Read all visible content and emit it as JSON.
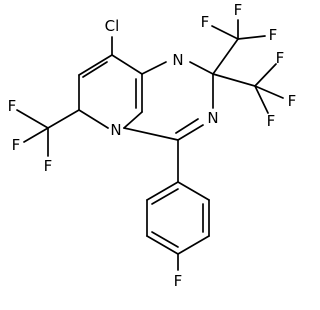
{
  "structure": {
    "atoms": {
      "cl": "Cl",
      "n1": "N",
      "n2": "N",
      "n3": "N",
      "f_top_1": "F",
      "f_top_2": "F",
      "f_top_3": "F",
      "f_right_1": "F",
      "f_right_2": "F",
      "f_right_3": "F",
      "f_left_1": "F",
      "f_left_2": "F",
      "f_left_3": "F",
      "f_para": "F"
    }
  }
}
